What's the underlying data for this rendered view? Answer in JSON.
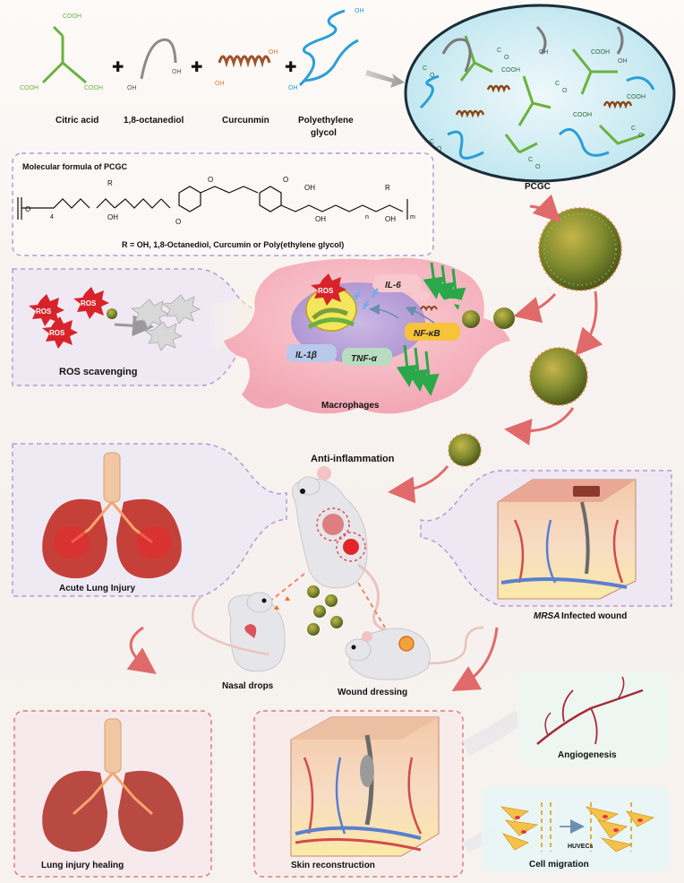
{
  "reagents": {
    "citric_acid": "Citric acid",
    "octanediol": "1,8-octanediol",
    "curcumin": "Curcunmin",
    "peg_line1": "Polyethylene",
    "peg_line2": "glycol",
    "cooh": "COOH",
    "oh": "OH",
    "plus": "✚"
  },
  "polymer": {
    "label": "PCGC",
    "ester_c": "C",
    "ester_o": "O"
  },
  "formula": {
    "title": "Molecular formula of PCGC",
    "r_def": "R = OH, 1,8-Octanediol, Curcumin or Poly(ethylene glycol)",
    "sub_4": "4",
    "sub_n": "n",
    "sub_m": "m",
    "atom_O": "O",
    "atom_R": "R",
    "atom_OH": "OH"
  },
  "ros": {
    "badge": "ROS",
    "label": "ROS scavenging"
  },
  "macrophage": {
    "il6": "IL-6",
    "il1b": "IL-1β",
    "tnfa": "TNF-α",
    "nfkb": "NF-κB",
    "label": "Macrophages",
    "anti": "Anti-inflammation"
  },
  "models": {
    "lung": "Acute Lung Injury",
    "mrsa_italic": "MRSA",
    "mrsa_rest": " Infected wound",
    "nasal": "Nasal drops",
    "wound": "Wound dressing"
  },
  "outcomes": {
    "lung_heal": "Lung injury healing",
    "skin": "Skin reconstruction",
    "angio": "Angiogenesis",
    "cellmig": "Cell migration",
    "huvec": "HUVECs"
  },
  "colors": {
    "citric": "#6ab23e",
    "octane": "#8a8a8a",
    "curcumin": "#a0522d",
    "peg": "#2a9fd6",
    "ros_red": "#d8232a",
    "nanoparticle": "#8b7d2a",
    "dash_purple": "#b89ad0",
    "dash_red": "#e07a7a",
    "lung_red": "#c6403a"
  }
}
